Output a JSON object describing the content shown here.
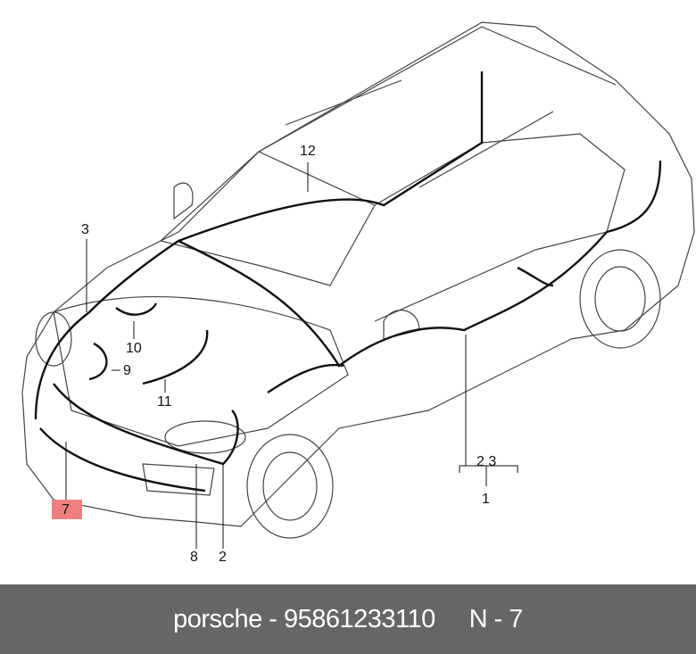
{
  "diagram": {
    "callouts": [
      "1",
      "2",
      "3",
      "7",
      "8",
      "9",
      "10",
      "11",
      "12"
    ],
    "group_label": "2 3",
    "highlighted_callout": "7",
    "highlight_color": "#f08080",
    "wire_color": "#111111",
    "outline_color": "#444444"
  },
  "footer": {
    "brand": "porsche",
    "separator": " - ",
    "part_number": "95861233110",
    "position": "N - 7",
    "background": "#666666"
  }
}
